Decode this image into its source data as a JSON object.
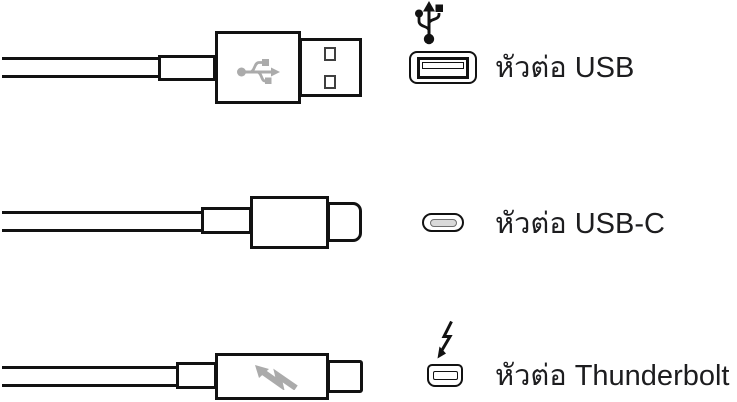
{
  "colors": {
    "background": "#ffffff",
    "outline": "#121212",
    "icon_gray": "#ababab",
    "text": "#1d1d1f"
  },
  "rows": [
    {
      "id": "usb",
      "label": "หัวต่อ USB",
      "symbol_icon": "usb-trident-icon",
      "port_icon": "usb-a-port-icon",
      "cable_body_icon": "usb-trident-gray-icon"
    },
    {
      "id": "usb-c",
      "label": "หัวต่อ USB-C",
      "port_icon": "usb-c-port-icon"
    },
    {
      "id": "thunderbolt",
      "label": "หัวต่อ Thunderbolt",
      "symbol_icon": "thunderbolt-bolt-icon",
      "port_icon": "mini-displayport-port-icon",
      "cable_body_icon": "thunderbolt-bolt-gray-icon"
    }
  ]
}
